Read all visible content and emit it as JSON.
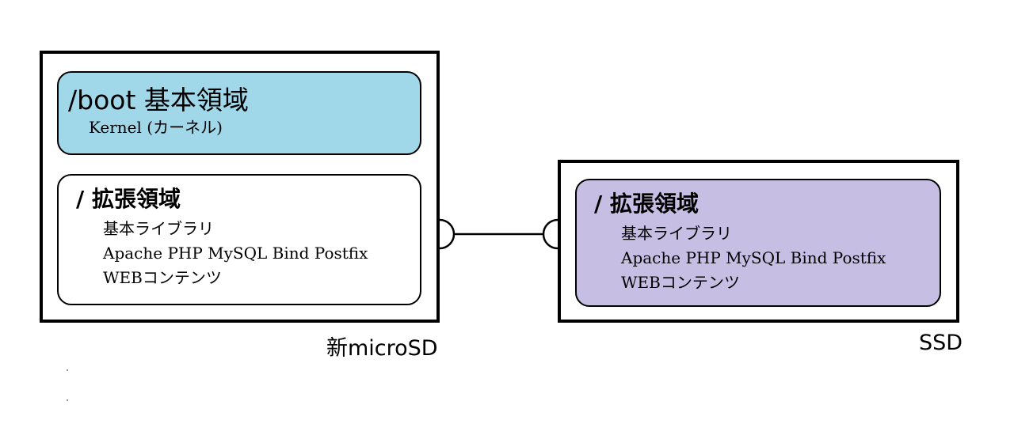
{
  "devices": {
    "microsd": {
      "label": "新microSD",
      "boot": {
        "title": "/boot 基本領域",
        "lines": [
          "Kernel (カーネル)"
        ],
        "color": "#a0d8ea"
      },
      "extended": {
        "title": "/ 拡張領域",
        "lines": [
          "基本ライブラリ",
          "Apache PHP MySQL Bind Postfix",
          "WEBコンテンツ"
        ],
        "color": "#ffffff"
      }
    },
    "ssd": {
      "label": "SSD",
      "extended": {
        "title": "/ 拡張領域",
        "lines": [
          "基本ライブラリ",
          "Apache PHP MySQL Bind Postfix",
          "WEBコンテンツ"
        ],
        "color": "#c6bfe3"
      }
    }
  },
  "connector": {
    "type": "ball-and-socket-link",
    "from": "microsd",
    "to": "ssd"
  }
}
